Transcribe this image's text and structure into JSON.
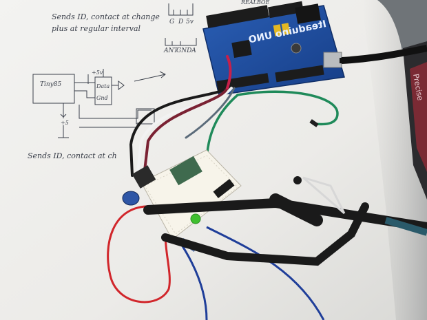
{
  "handwriting": {
    "line1": "Sends ID, contact at change",
    "line2": "plus at regular interval",
    "line3": "Sends ID, contact at ch",
    "chip_label": "Tiny85",
    "pin_label_g": "G",
    "pin_label_d": "D",
    "pin_label_5v": "5v",
    "pin_label_ant": "ANT",
    "pin_label_gnd": "GNDA",
    "block_label_data": "Data",
    "block_label_gnd": "Gnd",
    "block_label_5v": "+5v",
    "block_label_top": "+5",
    "partial_top_right": "REALBOE"
  },
  "board": {
    "name": "Iteaduino UNO"
  },
  "sticker": {
    "text": "Precise"
  },
  "colors": {
    "board_blue": "#1f4fa0",
    "paper": "#efefec",
    "wire_red": "#d1262b",
    "wire_green": "#1f8a5a",
    "wire_blue": "#1f3e99",
    "led_green": "#3fbf2f"
  }
}
